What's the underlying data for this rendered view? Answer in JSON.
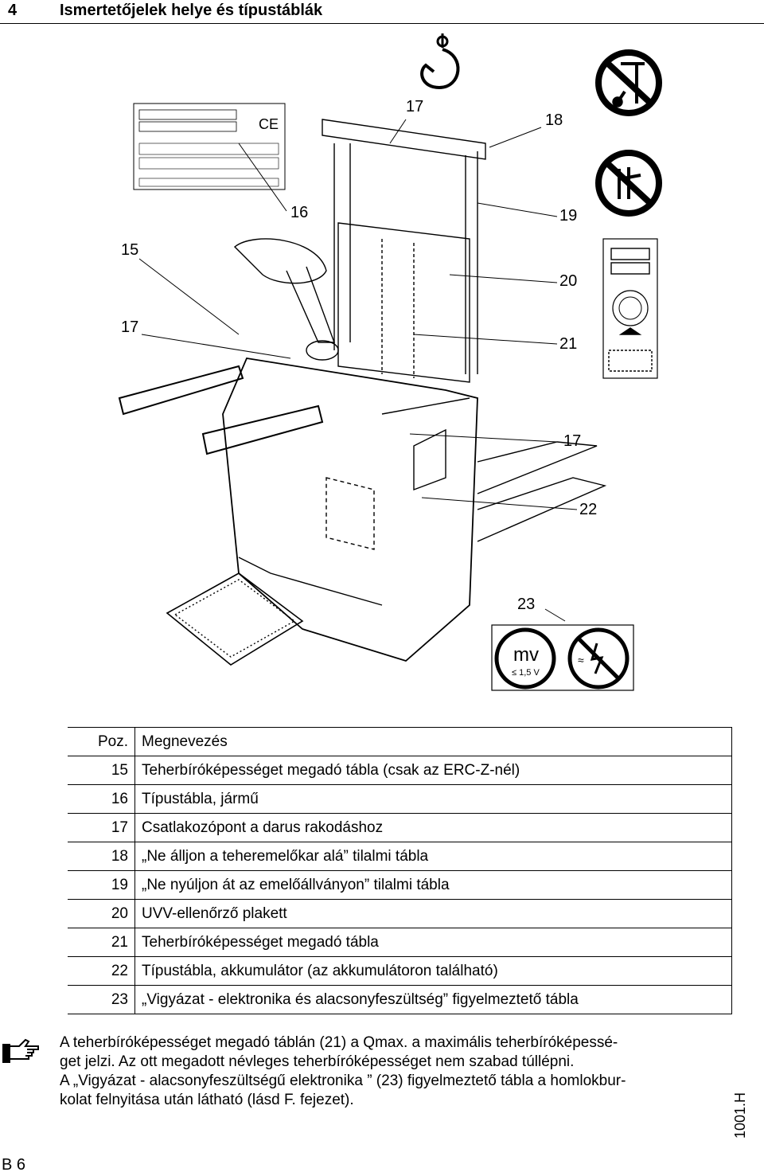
{
  "header": {
    "section_number": "4",
    "section_title": "Ismertetőjelek helye és típustáblák"
  },
  "callouts": {
    "c17_top": "17",
    "c18": "18",
    "c16": "16",
    "c19": "19",
    "c15": "15",
    "c20": "20",
    "c17_left": "17",
    "c21": "21",
    "c17_right": "17",
    "c22": "22",
    "c23": "23"
  },
  "warning_label": {
    "mv": "mv",
    "voltage": "≤ 1,5 V",
    "tilde": "≈"
  },
  "table": {
    "head_pos": "Poz.",
    "head_name": "Megnevezés",
    "rows": [
      {
        "pos": "15",
        "name": "Teherbíróképességet megadó tábla (csak az ERC-Z-nél)"
      },
      {
        "pos": "16",
        "name": "Típustábla, jármű"
      },
      {
        "pos": "17",
        "name": "Csatlakozópont a darus rakodáshoz"
      },
      {
        "pos": "18",
        "name": "„Ne álljon a teheremelőkar alá” tilalmi tábla"
      },
      {
        "pos": "19",
        "name": "„Ne nyúljon át az emelőállványon” tilalmi tábla"
      },
      {
        "pos": "20",
        "name": "UVV-ellenőrző plakett"
      },
      {
        "pos": "21",
        "name": "Teherbíróképességet megadó tábla"
      },
      {
        "pos": "22",
        "name": "Típustábla, akkumulátor (az akkumulátoron található)"
      },
      {
        "pos": "23",
        "name": "„Vigyázat - elektronika és alacsonyfeszültség” figyelmeztető tábla"
      }
    ]
  },
  "note": {
    "line1": "A teherbíróképességet megadó táblán (21) a Qmax. a maximális teherbíróképessé-",
    "line2": "get jelzi. Az ott megadott névleges teherbíróképességet nem szabad túllépni.",
    "line3": "A „Vigyázat - alacsonyfeszültségű elektronika ” (23) figyelmeztető tábla a homlokbur-",
    "line4": "kolat felnyitása után látható (lásd F. fejezet)."
  },
  "footer": {
    "page": "B 6",
    "code": "1001.H"
  }
}
